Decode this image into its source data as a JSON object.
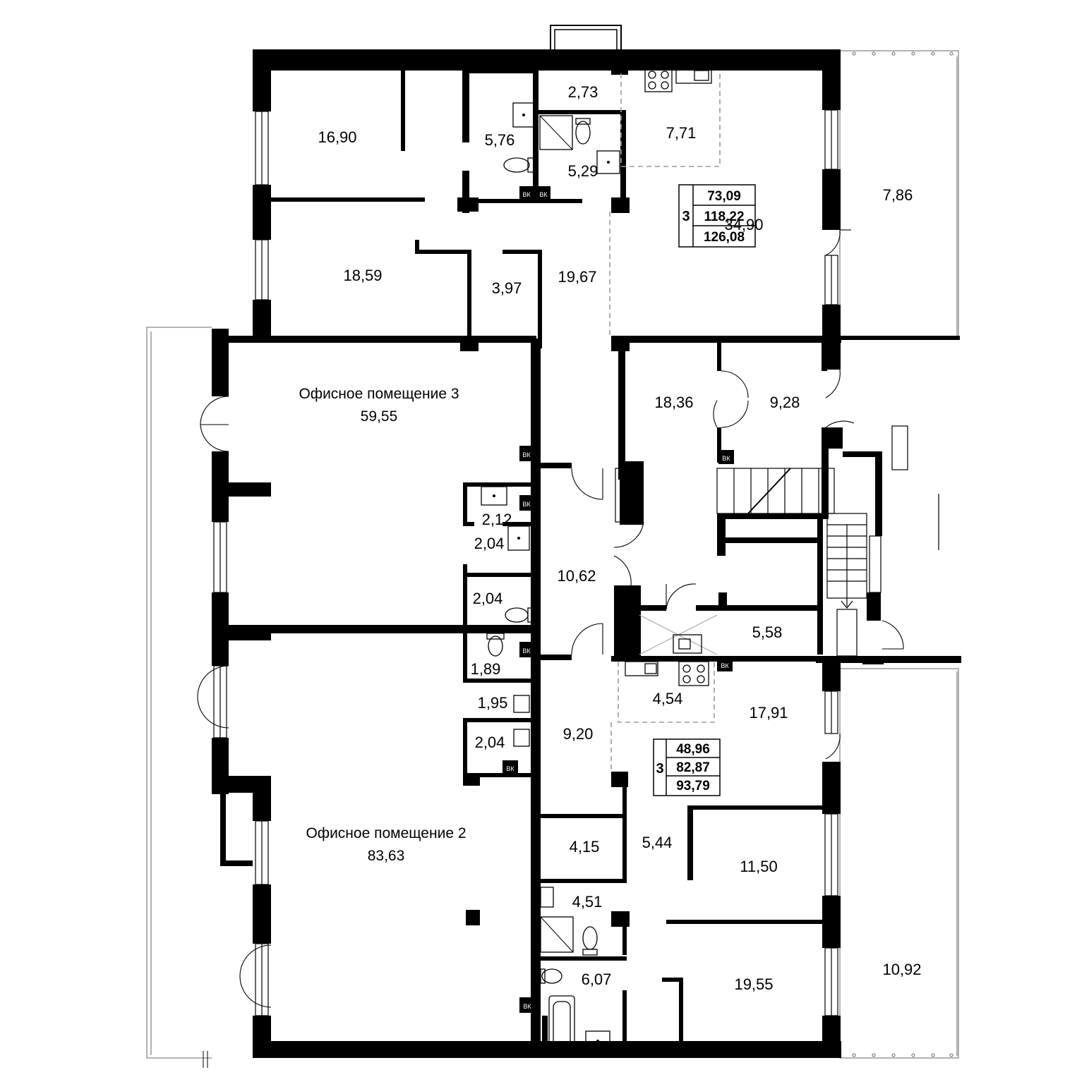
{
  "rooms": {
    "r_16_90": "16,90",
    "r_5_76": "5,76",
    "r_2_73": "2,73",
    "r_5_29": "5,29",
    "r_7_71": "7,71",
    "r_7_86": "7,86",
    "r_34_90": "34,90",
    "r_18_59": "18,59",
    "r_3_97": "3,97",
    "r_19_67": "19,67",
    "r_18_36": "18,36",
    "r_9_28": "9,28",
    "r_2_12": "2,12",
    "r_2_04_a": "2,04",
    "r_2_04_b": "2,04",
    "r_10_62": "10,62",
    "r_5_58": "5,58",
    "r_1_89": "1,89",
    "r_1_95": "1,95",
    "r_2_04_c": "2,04",
    "r_4_54": "4,54",
    "r_17_91": "17,91",
    "r_9_20": "9,20",
    "r_4_15": "4,15",
    "r_5_44": "5,44",
    "r_11_50": "11,50",
    "r_4_51": "4,51",
    "r_6_07": "6,07",
    "r_19_55": "19,55",
    "r_10_92": "10,92"
  },
  "offices": {
    "office3_label": "Офисное помещение 3",
    "office3_area": "59,55",
    "office2_label": "Офисное помещение 2",
    "office2_area": "83,63"
  },
  "apartments": {
    "apt_top": {
      "rooms": "3",
      "living": "73,09",
      "total": "118,22",
      "with_balcony": "126,08"
    },
    "apt_mid": {
      "rooms": "3",
      "living": "48,96",
      "total": "82,87",
      "with_balcony": "93,79"
    }
  },
  "shaft_label": "ВК",
  "colors": {
    "wall": "#000000",
    "dashed_zone": "#9a9a9a",
    "terrace": "#888888",
    "background": "#ffffff"
  }
}
